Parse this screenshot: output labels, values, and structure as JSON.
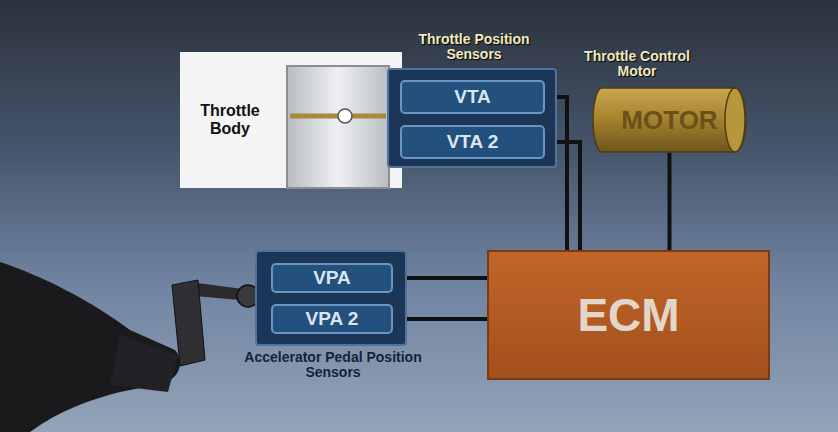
{
  "diagram": {
    "nodes": [
      {
        "text": [
          "Throttle Body"
        ]
      },
      {
        "text": [
          "Throttle Position Sensors"
        ]
      },
      {
        "text": [
          "VTA"
        ],
        "in": 1
      },
      {
        "text": [
          "VTA 2"
        ],
        "in": 1
      },
      {
        "text": [
          "Throttle Control Motor",
          "MOTOR"
        ]
      },
      {
        "text": [
          "Accelerator Pedal Position Sensors"
        ]
      },
      {
        "text": [
          "VPA"
        ],
        "in": 5
      },
      {
        "text": [
          "VPA 2"
        ],
        "in": 5
      },
      {
        "text": [
          "ECM"
        ]
      }
    ],
    "edges": [
      {
        "from": 2,
        "to": 8,
        "arrow": "none"
      },
      {
        "from": 3,
        "to": 8,
        "arrow": "none"
      },
      {
        "from": 4,
        "to": 8,
        "arrow": "none"
      },
      {
        "from": 6,
        "to": 8,
        "arrow": "none"
      },
      {
        "from": 7,
        "to": 8,
        "arrow": "none"
      }
    ]
  }
}
